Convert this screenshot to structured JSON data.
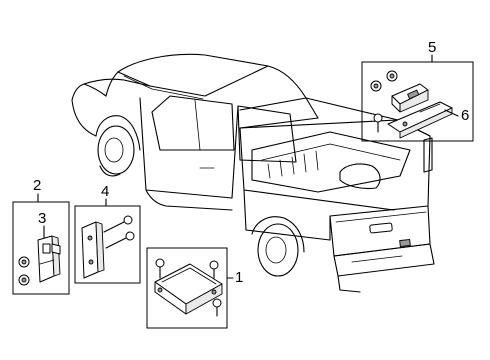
{
  "callouts": {
    "c1": "1",
    "c2": "2",
    "c3": "3",
    "c4": "4",
    "c5": "5",
    "c6": "6"
  },
  "icons": [
    "pickup-truck-icon",
    "airbag-control-module-icon",
    "impact-sensor-icon",
    "bracket-icon",
    "bolt-icon",
    "nut-icon",
    "connector-icon"
  ]
}
